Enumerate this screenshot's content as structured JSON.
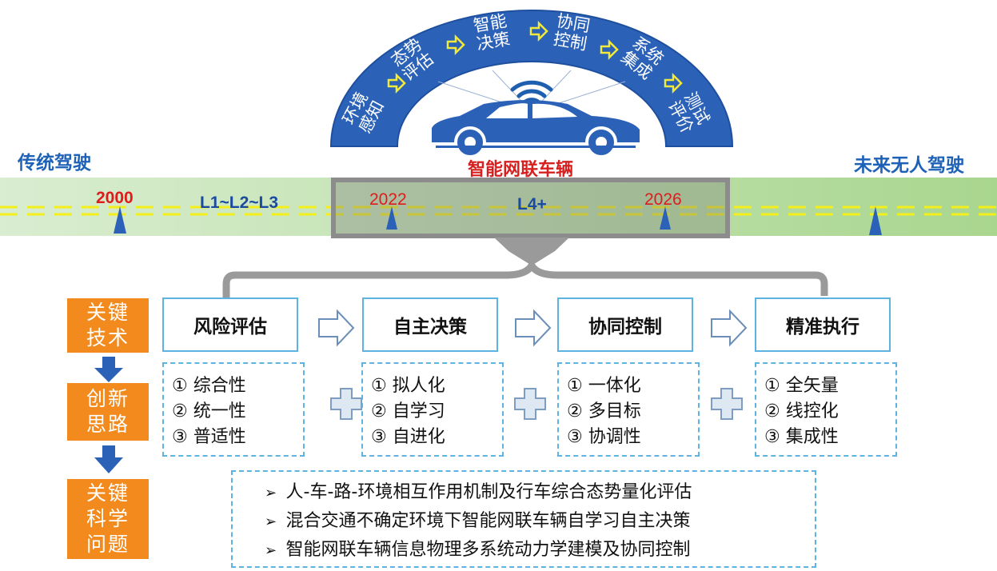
{
  "arc": {
    "segments": [
      "环境\n感知",
      "态势\n评估",
      "智能\n决策",
      "协同\n控制",
      "系统\n集成",
      "测试\n评价"
    ]
  },
  "vehicle_label": "智能网联车辆",
  "road": {
    "left_title": "传统驾驶",
    "right_title": "未来无人驾驶",
    "years": [
      "2000",
      "2022",
      "2026"
    ],
    "levels": [
      "L1~L2~L3",
      "L4+"
    ]
  },
  "side_labels": [
    "关键\n技术",
    "创新\n思路",
    "关键\n科学\n问题"
  ],
  "key_technologies": [
    "风险评估",
    "自主决策",
    "协同控制",
    "精准执行"
  ],
  "ideas": [
    [
      "① 综合性",
      "② 统一性",
      "③ 普适性"
    ],
    [
      "① 拟人化",
      "② 自学习",
      "③ 自进化"
    ],
    [
      "① 一体化",
      "② 多目标",
      "③ 协调性"
    ],
    [
      "① 全矢量",
      "② 线控化",
      "③ 集成性"
    ]
  ],
  "scientific_problems": [
    "人-车-路-环境相互作用机制及行车综合态势量化评估",
    "混合交通不确定环境下智能网联车辆自学习自主决策",
    "智能网联车辆信息物理多系统动力学建模及协同控制"
  ],
  "colors": {
    "arc_blue": "#2b62b8",
    "arrow_yellow": "#f2ea3b",
    "road_green": "#c5e3b5",
    "lane_yellow": "#f4ef1a",
    "orange": "#f28a1d",
    "box_border": "#5fb3e0",
    "year_red": "#e01b1b",
    "level_blue": "#1b4ba0"
  },
  "icons": [
    "wifi-signal-icon",
    "car-icon",
    "hollow-arrow-right-icon",
    "plus-icon",
    "down-arrow-icon",
    "bullet-arrow-icon"
  ]
}
